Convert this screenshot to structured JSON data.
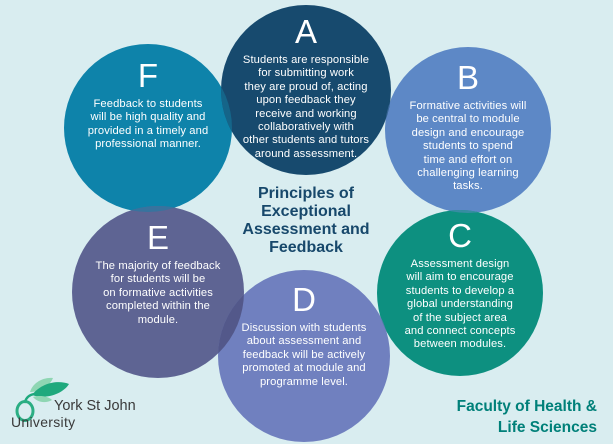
{
  "canvas": {
    "background": "#d9edf0"
  },
  "title": {
    "text": "Principles of\nExceptional\nAssessment and\nFeedback",
    "color": "#17486b"
  },
  "circles": [
    {
      "letter": "A",
      "color": "#174a6e",
      "text": "Students are responsible\nfor submitting work\nthey are proud of, acting\nupon feedback they\nreceive and working\ncollaboratively with\nother students and tutors\naround assessment."
    },
    {
      "letter": "B",
      "color": "#5d88c6",
      "text": "Formative activities will\nbe central to module\ndesign and encourage\nstudents to spend\ntime and effort on\nchallenging learning\ntasks."
    },
    {
      "letter": "C",
      "color": "#0d9080",
      "text": "Assessment design\nwill aim to encourage\nstudents to develop a\nglobal understanding\nof the subject area\nand connect concepts\nbetween modules."
    },
    {
      "letter": "D",
      "color": "#7080bf",
      "text": "Discussion with students\nabout assessment and\nfeedback will be actively\npromoted at module and\nprogramme level."
    },
    {
      "letter": "E",
      "color": "#5e6493",
      "text": "The majority of feedback\nfor students will be\non formative activities\ncompleted within the\nmodule."
    },
    {
      "letter": "F",
      "color": "#0e83aa",
      "text": "Feedback to students\nwill be high quality and\nprovided in a timely and\nprofessional manner."
    }
  ],
  "overlap_colors": {
    "fa": "#156589",
    "ab": "#396798",
    "fe": "#38739e",
    "ed": "#53588a",
    "dc": "#4e7fa6",
    "bc": "#378ca2"
  },
  "footer": {
    "faculty_text": "Faculty of Health &\nLife Sciences",
    "faculty_color": "#008079",
    "logo_line1": "York St John",
    "logo_line2": "University"
  }
}
